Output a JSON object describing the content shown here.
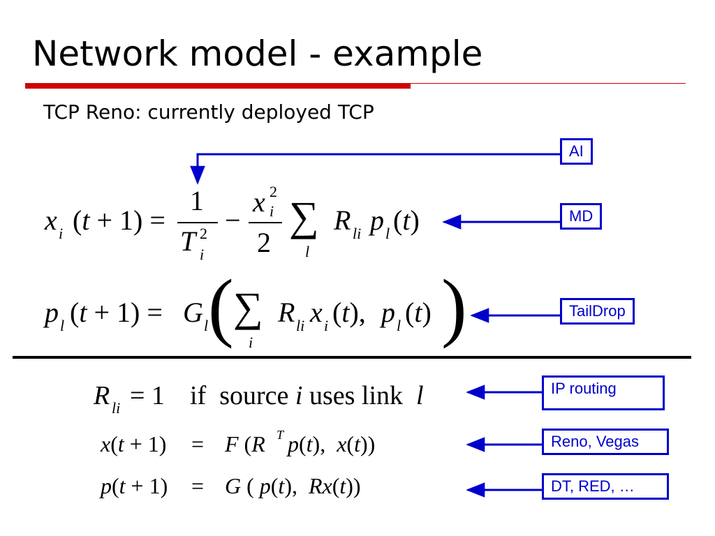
{
  "slide": {
    "title": "Network model - example",
    "subtitle": "TCP Reno: currently deployed TCP"
  },
  "labels": {
    "ai": "AI",
    "md": "MD",
    "taildrop": "TailDrop",
    "ip_routing": "IP routing",
    "reno_vegas": "Reno, Vegas",
    "dt_red": "DT, RED, …"
  },
  "equations": {
    "window_update": "x_i(t+1) = 1/T_i^2 − (x_i^2/2) Σ_l R_li p_l(t)",
    "price_update": "p_l(t+1) = G_l( Σ_i R_li x_i(t), p_l(t) )",
    "routing_definition": "R_li = 1  if source i uses link l",
    "source_model": "x(t+1) = F (R^T p(t), x(t))",
    "link_model": "p(t+1) = G ( p(t), Rx(t))"
  },
  "colors": {
    "title_rule": "#d00000",
    "annotation": "#0000cc",
    "text": "#000000"
  }
}
